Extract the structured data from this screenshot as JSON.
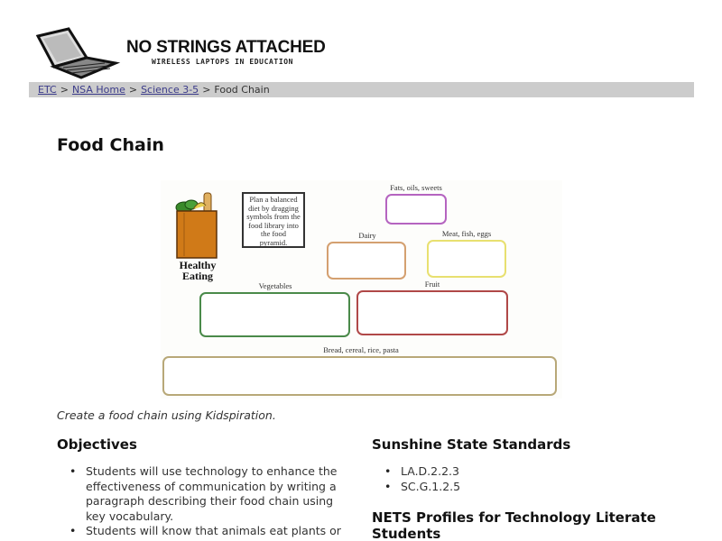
{
  "header": {
    "logo_title": "NO STRINGS ATTACHED",
    "logo_subtitle": "WIRELESS LAPTOPS IN EDUCATION",
    "logo_icon": "laptop-icon"
  },
  "breadcrumb": {
    "items": [
      {
        "label": "ETC",
        "link": true
      },
      {
        "label": "NSA Home",
        "link": true
      },
      {
        "label": "Science 3-5",
        "link": true
      },
      {
        "label": "Food Chain",
        "link": false
      }
    ],
    "separator": ">"
  },
  "page": {
    "title": "Food Chain",
    "intro": "Create a food chain using Kidspiration."
  },
  "pyramid_image": {
    "bag_caption_line1": "Healthy",
    "bag_caption_line2": "Eating",
    "instructions": "Plan a balanced diet by dragging symbols from the food library into the food pyramid.",
    "groups": [
      {
        "label": "Fats, oils, sweets",
        "color": "#b564c0"
      },
      {
        "label": "Dairy",
        "color": "#d4a070"
      },
      {
        "label": "Meat, fish, eggs",
        "color": "#e8e070"
      },
      {
        "label": "Vegetables",
        "color": "#4a8a4a"
      },
      {
        "label": "Fruit",
        "color": "#b04848"
      },
      {
        "label": "Bread, cereal, rice, pasta",
        "color": "#b8a878"
      }
    ]
  },
  "objectives": {
    "heading": "Objectives",
    "items": [
      "Students will use technology to enhance the effectiveness of communication by writing a paragraph describing their food chain using key vocabulary.",
      "Students will know that animals eat plants or"
    ],
    "item_lines": [
      [
        "Students will use technology to enhance the",
        "effectiveness of communication by writing a",
        "paragraph describing their food chain using",
        "key vocabulary."
      ],
      [
        "Students will know that animals eat plants or"
      ]
    ]
  },
  "standards": {
    "heading": "Sunshine State Standards",
    "items": [
      "LA.D.2.2.3",
      "SC.G.1.2.5"
    ]
  },
  "nets": {
    "heading_line1": "NETS Profiles for Technology Literate",
    "heading_line2": "Students"
  }
}
